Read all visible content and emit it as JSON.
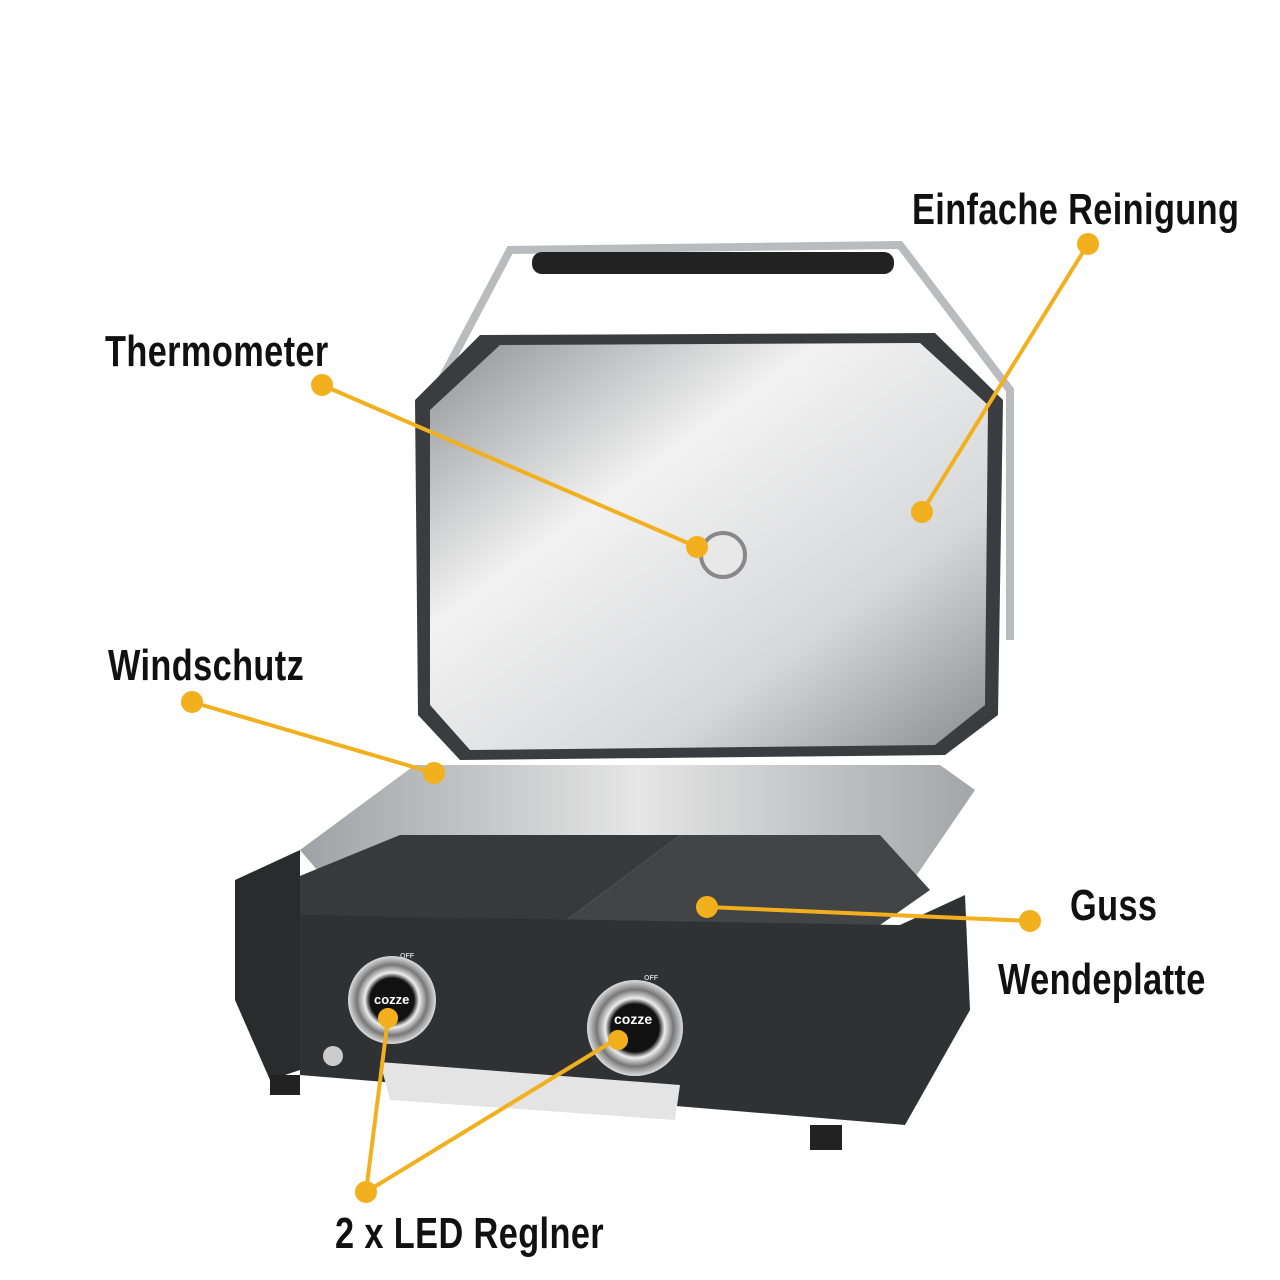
{
  "annotations": {
    "thermometer": "Thermometer",
    "easy_cleaning": "Einfache Reinigung",
    "windshield": "Windschutz",
    "cast_plate_line1": "Guss",
    "cast_plate_line2": "Wendeplatte",
    "led_knobs": "2 x LED Reglner"
  },
  "product": {
    "brand_logo": "cozze",
    "knob_off_label": "OFF"
  },
  "colors": {
    "callout": "#f2b01e",
    "body": "#2f3133",
    "steel": "#c9cacc"
  }
}
